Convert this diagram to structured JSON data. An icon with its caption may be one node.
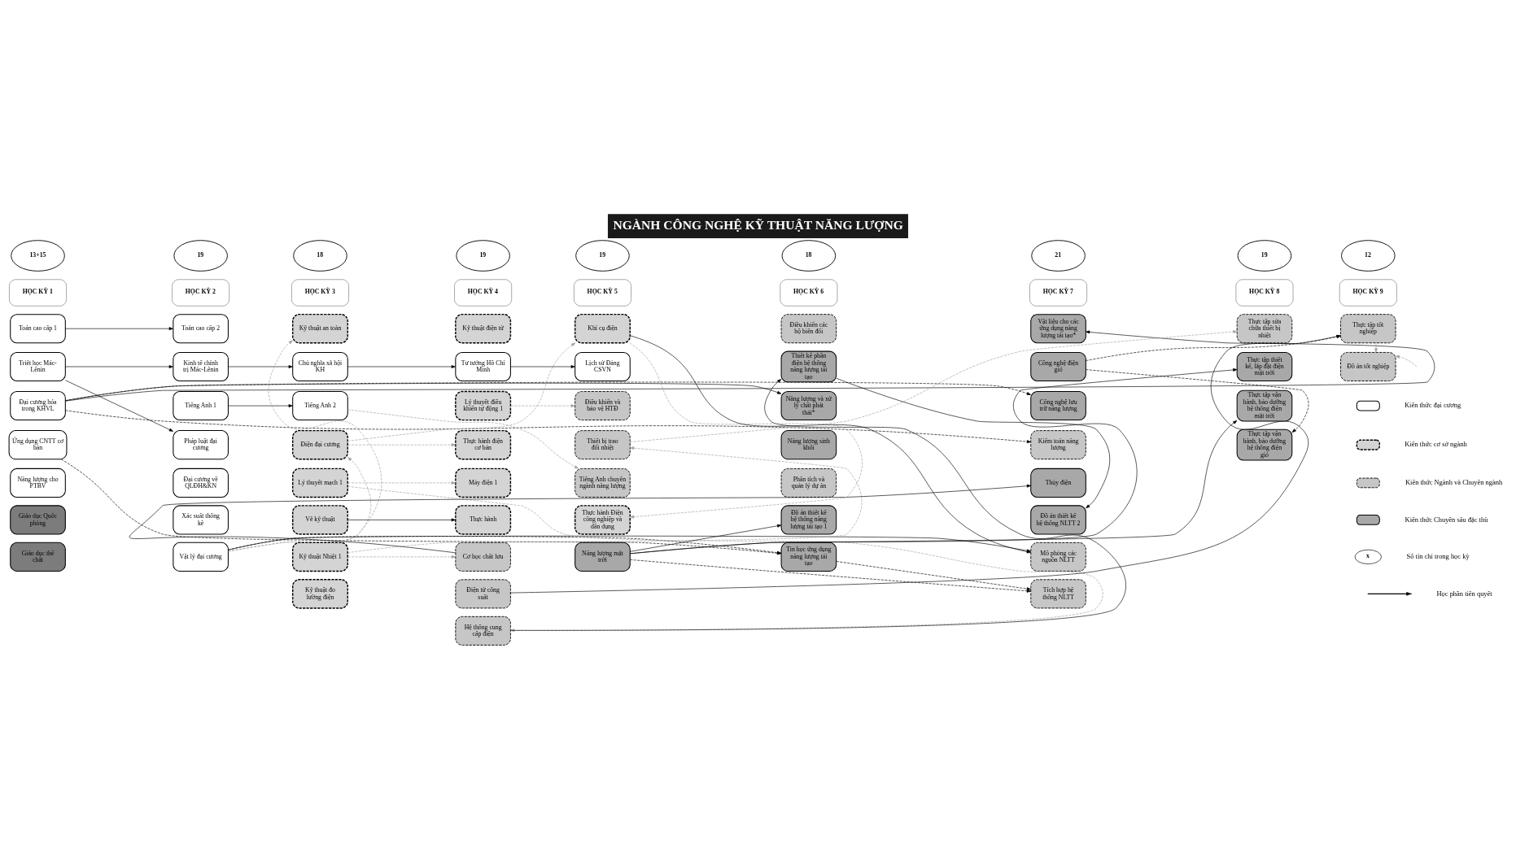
{
  "diagram": {
    "title": "NGÀNH CÔNG NGHỆ KỸ THUẬT NĂNG LƯỢNG",
    "nodes": [
      {
        "text": [
          "13+15"
        ]
      },
      {
        "text": [
          "19"
        ]
      },
      {
        "text": [
          "18"
        ]
      },
      {
        "text": [
          "19"
        ]
      },
      {
        "text": [
          "19"
        ]
      },
      {
        "text": [
          "18"
        ]
      },
      {
        "text": [
          "21"
        ]
      },
      {
        "text": [
          "19"
        ]
      },
      {
        "text": [
          "12"
        ]
      },
      {
        "text": [
          "HỌC KỲ 1"
        ]
      },
      {
        "text": [
          "HỌC KỲ 2"
        ]
      },
      {
        "text": [
          "HỌC KỲ 3"
        ]
      },
      {
        "text": [
          "HỌC KỲ 4"
        ]
      },
      {
        "text": [
          "HỌC KỲ 5"
        ]
      },
      {
        "text": [
          "HỌC KỲ 6"
        ]
      },
      {
        "text": [
          "HỌC KỲ 7"
        ]
      },
      {
        "text": [
          "HỌC KỲ 8"
        ]
      },
      {
        "text": [
          "HỌC KỲ 9"
        ]
      },
      {
        "text": [
          "Toán cao cấp 1"
        ]
      },
      {
        "text": [
          "Triết học Mác-Lênin"
        ]
      },
      {
        "text": [
          "Đại cương hóa trong KHVL"
        ]
      },
      {
        "text": [
          "Ứng dụng CNTT cơ bản"
        ]
      },
      {
        "text": [
          "Năng lượng cho PTBV"
        ]
      },
      {
        "text": [
          "Giáo dục Quốc phòng"
        ]
      },
      {
        "text": [
          "Giáo dục thể chất"
        ]
      },
      {
        "text": [
          "Toán cao cấp 2"
        ]
      },
      {
        "text": [
          "Kinh tế chính trị Mác-Lênin"
        ]
      },
      {
        "text": [
          "Tiếng Anh 1"
        ]
      },
      {
        "text": [
          "Pháp luật đại cương"
        ]
      },
      {
        "text": [
          "Đại cương về QLĐH&KN"
        ]
      },
      {
        "text": [
          "Xác suất thống kê"
        ]
      },
      {
        "text": [
          "Vật lý đại cương"
        ]
      },
      {
        "text": [
          "Kỹ thuật an toàn"
        ]
      },
      {
        "text": [
          "Chủ nghĩa xã hội KH"
        ]
      },
      {
        "text": [
          "Tiếng Anh 2"
        ]
      },
      {
        "text": [
          "Điện đại cương"
        ]
      },
      {
        "text": [
          "Lý thuyết mạch 1"
        ]
      },
      {
        "text": [
          "Vẽ kỹ thuật"
        ]
      },
      {
        "text": [
          "Kỹ thuật Nhiệt 1"
        ]
      },
      {
        "text": [
          "Kỹ thuật đo lường điện"
        ]
      },
      {
        "text": [
          "Kỹ thuật điện tử"
        ]
      },
      {
        "text": [
          "Tư tưởng Hồ Chí Minh"
        ]
      },
      {
        "text": [
          "Lý thuyết điều khiển tự động 1"
        ]
      },
      {
        "text": [
          "Thực hành điện cơ bản"
        ]
      },
      {
        "text": [
          "Máy điện 1"
        ]
      },
      {
        "text": [
          "Thực hành"
        ]
      },
      {
        "text": [
          "Cơ học chất lưu"
        ]
      },
      {
        "text": [
          "Điện tử công suất"
        ]
      },
      {
        "text": [
          "Hệ thống cung cấp điện"
        ]
      },
      {
        "text": [
          "Khí cụ điện"
        ]
      },
      {
        "text": [
          "Lịch sử Đảng CSVN"
        ]
      },
      {
        "text": [
          "Điều khiển và bảo vệ HTĐ"
        ]
      },
      {
        "text": [
          "Thiết bị trao đổi nhiệt"
        ]
      },
      {
        "text": [
          "Tiếng Anh chuyên ngành năng lượng"
        ]
      },
      {
        "text": [
          "Thực hành Điện công nghiệp và dân dụng"
        ]
      },
      {
        "text": [
          "Năng lượng mặt trời"
        ]
      },
      {
        "text": [
          "Điều khiển các bộ biến đổi"
        ]
      },
      {
        "text": [
          "Thiết kế phần điện hệ thống năng lượng tái tạo"
        ]
      },
      {
        "text": [
          "Năng lượng và xử lý chất phát thải*"
        ]
      },
      {
        "text": [
          "Năng lượng sinh khối"
        ]
      },
      {
        "text": [
          "Phân tích và quản lý dự án"
        ]
      },
      {
        "text": [
          "Đồ án thiết kế hệ thống năng lượng tái tạo 1"
        ]
      },
      {
        "text": [
          "Tin học ứng dụng năng lượng tái tạo"
        ]
      },
      {
        "text": [
          "Vật liệu cho các ứng dụng năng lượng tái tạo*"
        ]
      },
      {
        "text": [
          "Công nghệ điện gió"
        ]
      },
      {
        "text": [
          "Công nghệ lưu trữ năng lượng"
        ]
      },
      {
        "text": [
          "Kiểm toán năng lượng"
        ]
      },
      {
        "text": [
          "Thủy điện"
        ]
      },
      {
        "text": [
          "Đồ án thiết kế hệ thống NLTT 2"
        ]
      },
      {
        "text": [
          "Mô phỏng các nguồn NLTT"
        ]
      },
      {
        "text": [
          "Tích hợp hệ thống NLTT"
        ]
      },
      {
        "text": [
          "Thực tập sửa chữa thiết bị nhiệt"
        ]
      },
      {
        "text": [
          "Thực tập thiết kế, lắp đặt điện mặt trời"
        ]
      },
      {
        "text": [
          "Thực tập vận hành, bảo dưỡng hệ thống điện mặt trời"
        ]
      },
      {
        "text": [
          "Thực tập vận hành, bảo dưỡng hệ thống điện gió"
        ]
      },
      {
        "text": [
          "Thực tập tốt nghiệp"
        ]
      },
      {
        "text": [
          "Đồ án tốt nghiệp"
        ]
      }
    ],
    "edges": [
      {
        "from": 18,
        "to": 25,
        "arrow": "to"
      },
      {
        "from": 19,
        "to": 26,
        "arrow": "to"
      },
      {
        "from": 19,
        "to": 28,
        "arrow": "to"
      },
      {
        "from": 26,
        "to": 33,
        "arrow": "to"
      },
      {
        "from": 33,
        "to": 41,
        "arrow": "to"
      },
      {
        "from": 41,
        "to": 50,
        "arrow": "to"
      },
      {
        "from": 27,
        "to": 34,
        "arrow": "to"
      },
      {
        "from": 37,
        "to": 45,
        "arrow": "to"
      },
      {
        "from": 20,
        "to": 63,
        "arrow": "to"
      },
      {
        "from": 20,
        "to": 58,
        "arrow": "to"
      },
      {
        "from": 55,
        "to": 61,
        "arrow": "to"
      },
      {
        "from": 48,
        "to": 57,
        "arrow": "to"
      },
      {
        "from": 46,
        "to": 67,
        "arrow": "to"
      },
      {
        "from": 31,
        "to": 69,
        "arrow": "to"
      },
      {
        "from": 57,
        "to": 68,
        "arrow": "to"
      },
      {
        "from": 49,
        "to": 69,
        "arrow": "to"
      },
      {
        "from": 55,
        "to": 72,
        "arrow": "to"
      },
      {
        "from": 55,
        "to": 73,
        "arrow": "to"
      },
      {
        "from": 47,
        "to": 75,
        "arrow": "to"
      },
      {
        "from": 55,
        "to": 70,
        "arrow": "to",
        "style": "dashed"
      },
      {
        "from": 62,
        "to": 70,
        "arrow": "to",
        "style": "dashed"
      },
      {
        "from": 21,
        "to": 62,
        "arrow": "to",
        "style": "dashed"
      },
      {
        "from": 31,
        "to": 62,
        "arrow": "to",
        "style": "dashed"
      },
      {
        "from": 20,
        "to": 65,
        "arrow": "to",
        "style": "dashed"
      },
      {
        "from": 20,
        "to": 66,
        "arrow": "to",
        "style": "dashed"
      },
      {
        "from": 64,
        "to": 74,
        "arrow": "to",
        "style": "dashed"
      },
      {
        "from": 64,
        "to": 75,
        "arrow": "to",
        "style": "dashed"
      },
      {
        "from": 31,
        "to": 32,
        "arrow": "to",
        "style": "dashed",
        "color": "#a0a0a0"
      },
      {
        "from": 31,
        "to": 35,
        "arrow": "to",
        "style": "dashed",
        "color": "#a0a0a0"
      },
      {
        "from": 35,
        "to": 43,
        "arrow": "to",
        "style": "dashed",
        "color": "#a0a0a0"
      },
      {
        "from": 36,
        "to": 44,
        "arrow": "to",
        "style": "dashed",
        "color": "#a0a0a0"
      },
      {
        "from": 36,
        "to": 48,
        "arrow": "to",
        "style": "dashed",
        "color": "#a0a0a0"
      },
      {
        "from": 38,
        "to": 46,
        "arrow": "to",
        "style": "dashed",
        "color": "#a0a0a0"
      },
      {
        "from": 35,
        "to": 49,
        "arrow": "to",
        "style": "dashed",
        "color": "#a0a0a0"
      },
      {
        "from": 42,
        "to": 51,
        "arrow": "to",
        "style": "dashed",
        "color": "#a0a0a0"
      },
      {
        "from": 49,
        "to": 54,
        "arrow": "to",
        "style": "dashed",
        "color": "#a0a0a0"
      },
      {
        "from": 38,
        "to": 52,
        "arrow": "to",
        "style": "dashed",
        "color": "#a0a0a0"
      },
      {
        "from": 34,
        "to": 53,
        "arrow": "to",
        "style": "dashed",
        "color": "#a0a0a0"
      },
      {
        "from": 52,
        "to": 71,
        "arrow": "to",
        "style": "dashed",
        "color": "#a0a0a0"
      },
      {
        "from": 75,
        "to": 76,
        "arrow": "to",
        "style": "dashed",
        "color": "#a0a0a0"
      },
      {
        "from": null,
        "to": 76,
        "arrow": "to",
        "style": "dashed",
        "color": "#a0a0a0"
      }
    ],
    "labels": [
      "x"
    ],
    "legend": [
      {
        "text": "Kiến thức đại cương"
      },
      {
        "text": "Kiến thức cơ sở ngành"
      },
      {
        "text": "Kiến thức Ngành và Chuyên ngành"
      },
      {
        "text": "Kiến thức Chuyên sâu đặc thù"
      },
      {
        "text": "Số tín chỉ trong học kỳ"
      },
      {
        "text": "Học phần tiên quyết"
      }
    ]
  }
}
